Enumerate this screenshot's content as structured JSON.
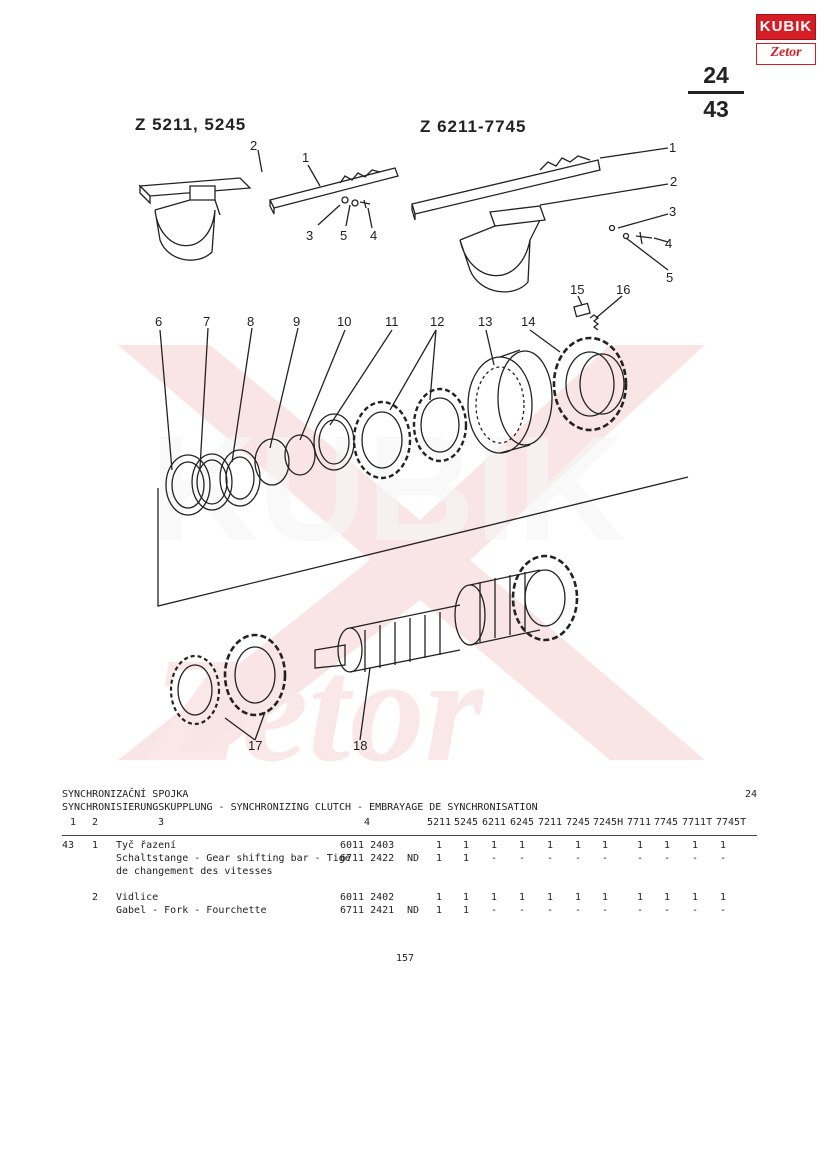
{
  "logo": {
    "top_text": "KUBIK",
    "bottom_text": "Zetor"
  },
  "page_code": {
    "group": "24",
    "page": "43"
  },
  "models": {
    "left": "Z  5211, 5245",
    "right": "Z  6211-7745"
  },
  "callouts": [
    "1",
    "2",
    "3",
    "4",
    "5",
    "6",
    "7",
    "8",
    "9",
    "10",
    "11",
    "12",
    "13",
    "14",
    "15",
    "16",
    "17",
    "18"
  ],
  "table": {
    "title_cz": "SYNCHRONIZAČNÍ SPOJKA",
    "title_multi": "SYNCHRONISIERUNGSKUPPLUNG - SYNCHRONIZING CLUTCH - EMBRAYAGE DE SYNCHRONISATION",
    "group_no": "24",
    "col_headers": [
      "1",
      "2",
      "3",
      "4"
    ],
    "model_headers": [
      "5211",
      "5245",
      "6211",
      "6245",
      "7211",
      "7245",
      "7245H",
      "7711",
      "7745",
      "7711T",
      "7745T"
    ],
    "rows": [
      {
        "pos": "43",
        "item": "1",
        "desc": "Tyč řazení",
        "part": "6011 2403",
        "note": "",
        "qty": [
          "1",
          "1",
          "1",
          "1",
          "1",
          "1",
          "1",
          "1",
          "1",
          "1",
          "1"
        ]
      },
      {
        "pos": "",
        "item": "",
        "desc": "Schaltstange - Gear shifting bar - Tige",
        "part": "6711 2422",
        "note": "ND",
        "qty": [
          "1",
          "1",
          "-",
          "-",
          "-",
          "-",
          "-",
          "-",
          "-",
          "-",
          "-"
        ]
      },
      {
        "pos": "",
        "item": "",
        "desc": "de changement des vitesses",
        "part": "",
        "note": "",
        "qty": []
      },
      {
        "pos": "",
        "item": "2",
        "desc": "Vidlice",
        "part": "6011 2402",
        "note": "",
        "qty": [
          "1",
          "1",
          "1",
          "1",
          "1",
          "1",
          "1",
          "1",
          "1",
          "1",
          "1"
        ]
      },
      {
        "pos": "",
        "item": "",
        "desc": "Gabel - Fork - Fourchette",
        "part": "6711 2421",
        "note": "ND",
        "qty": [
          "1",
          "1",
          "-",
          "-",
          "-",
          "-",
          "-",
          "-",
          "-",
          "-",
          "-"
        ]
      }
    ]
  },
  "page_number": "157",
  "colors": {
    "brand_red": "#d51d25",
    "watermark": "#f3c9c9"
  }
}
